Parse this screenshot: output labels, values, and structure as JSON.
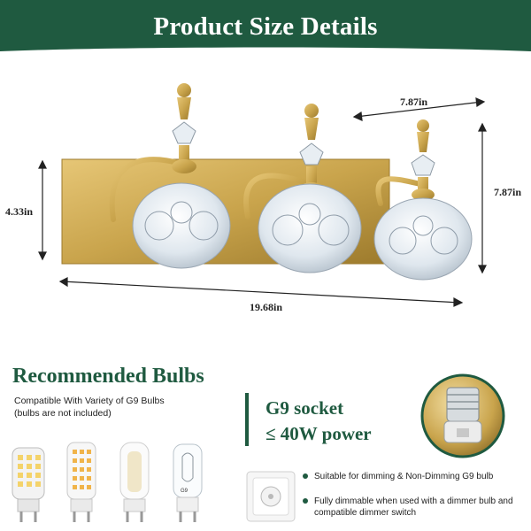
{
  "header": {
    "title": "Product Size Details"
  },
  "dimensions": {
    "height": "4.33in",
    "width": "19.68in",
    "depth_top": "7.87in",
    "depth_side": "7.87in"
  },
  "bulbs": {
    "title": "Recommended Bulbs",
    "subtitle_line1": "Compatible With Variety of G9 Bulbs",
    "subtitle_line2": "(bulbs are not included)",
    "socket_label": "G9 socket",
    "power_label": "≤ 40W power",
    "bulb_print": "G9",
    "features": [
      "Suitable for dimming & Non-Dimming G9 bulb",
      "Fully dimmable when used with a dimmer bulb and compatible dimmer switch"
    ]
  },
  "colors": {
    "brand_green": "#1f5a40",
    "brass": "#c9a44c"
  },
  "icons": [
    "vanity-light-fixture",
    "led-corn-bulb",
    "frosted-bulb",
    "halogen-bulb",
    "dimmer-switch-icon",
    "g9-socket-closeup"
  ]
}
